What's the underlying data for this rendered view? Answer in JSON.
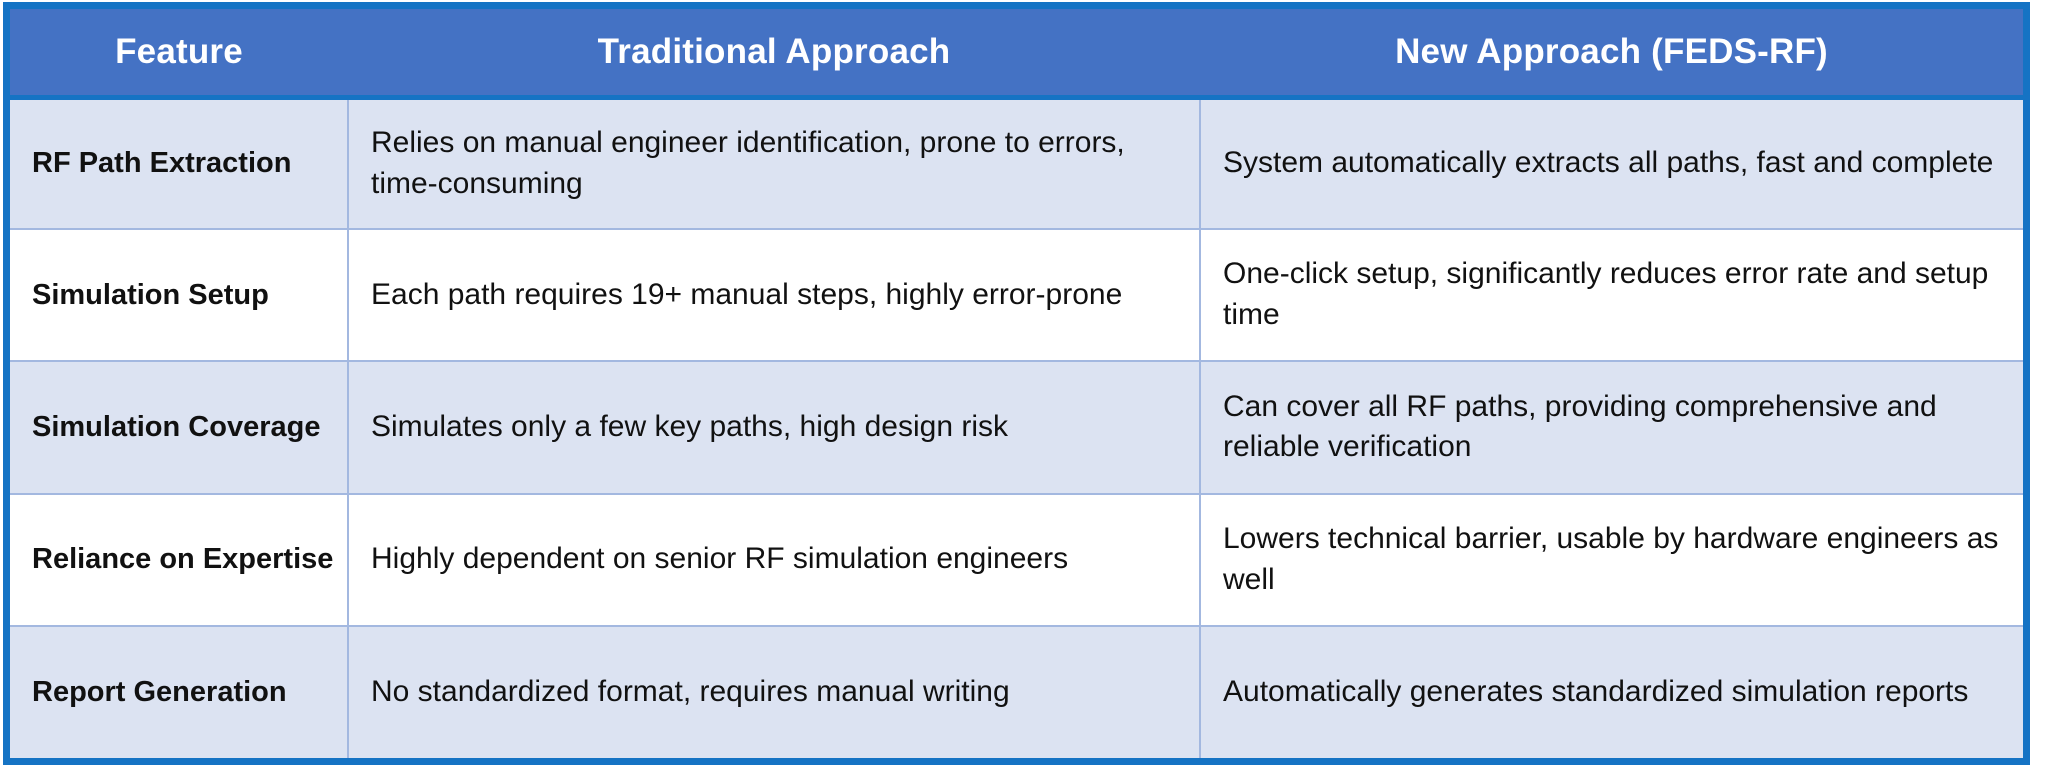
{
  "table": {
    "columns": [
      {
        "key": "feature",
        "label": "Feature"
      },
      {
        "key": "traditional",
        "label": "Traditional Approach"
      },
      {
        "key": "new",
        "label": "New Approach (FEDS-RF)"
      }
    ],
    "rows": [
      {
        "feature": "RF Path Extraction",
        "traditional": "Relies on manual engineer identification, prone to errors, time-consuming",
        "new": "System automatically extracts all paths, fast and complete"
      },
      {
        "feature": "Simulation Setup",
        "traditional": "Each path requires 19+ manual steps, highly error-prone",
        "new": "One-click setup, significantly reduces error rate and setup time"
      },
      {
        "feature": "Simulation Coverage",
        "traditional": "Simulates only a few key paths, high design risk",
        "new": "Can cover all RF paths, providing comprehensive and reliable verification"
      },
      {
        "feature": "Reliance on Expertise",
        "traditional": "Highly dependent on senior RF simulation engineers",
        "new": "Lowers technical barrier, usable by hardware engineers as well"
      },
      {
        "feature": "Report Generation",
        "traditional": "No standardized format, requires manual writing",
        "new": "Automatically generates standardized simulation reports"
      }
    ]
  },
  "colors": {
    "header_fill": "#4472C4",
    "outer_border": "#1573C4",
    "band_fill": "#DCE3F2",
    "plain_fill": "#FFFFFF",
    "inner_grid": "#A3B8E0",
    "header_text": "#FFFFFF",
    "body_text": "#111111"
  }
}
